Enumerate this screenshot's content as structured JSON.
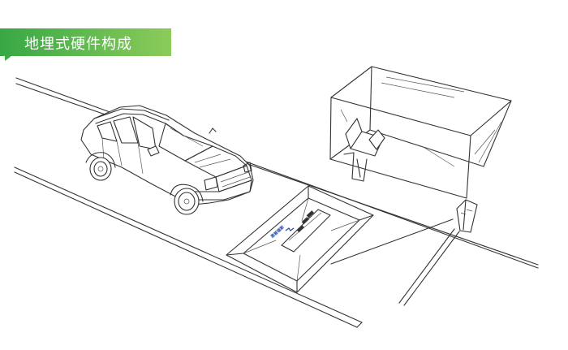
{
  "header": {
    "title": "地埋式硬件构成"
  },
  "scene": {
    "brand_label": "恩普瑞斯"
  },
  "colors": {
    "banner_green_dark": "#37a845",
    "banner_green_light": "#8ccb5a",
    "line_color": "#333333",
    "brand_blue": "#1f4aa8"
  },
  "icons": {
    "car": "suv-car-illustration",
    "booth": "glass-booth-illustration",
    "scanner": "under-vehicle-scanner-illustration",
    "camera": "side-camera-post-illustration"
  }
}
